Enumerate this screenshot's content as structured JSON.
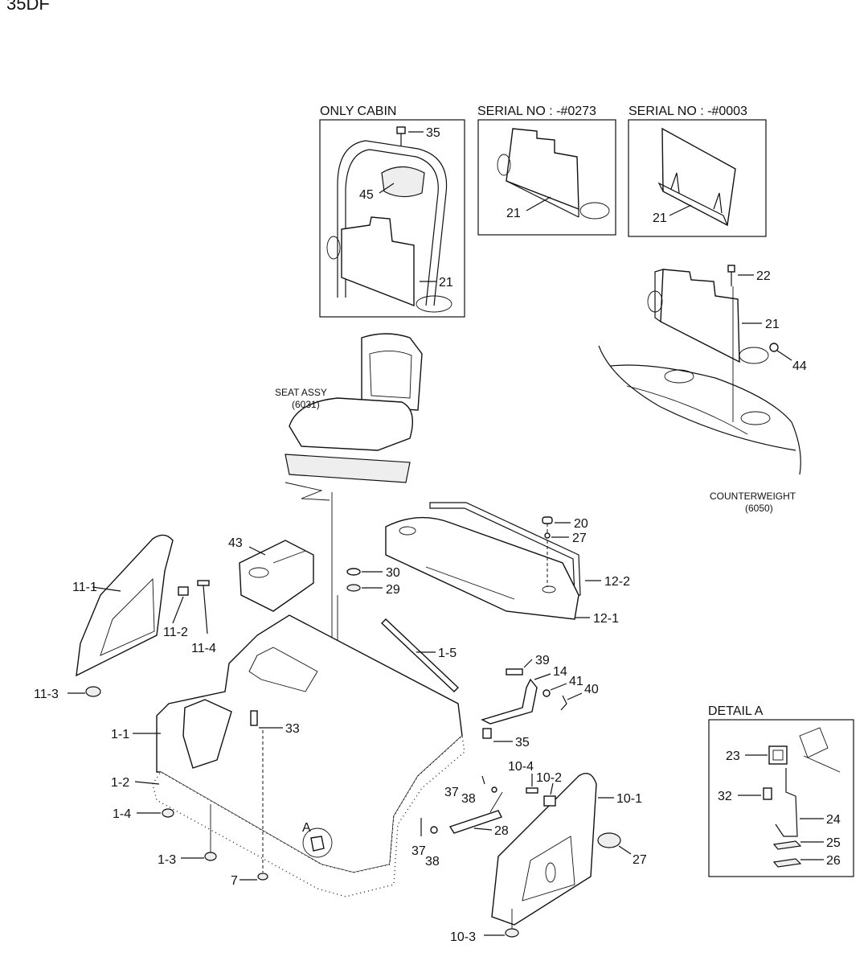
{
  "title": "35DF",
  "boxes": {
    "only_cabin": "ONLY CABIN",
    "serial_1": "SERIAL NO : -#0273",
    "serial_2": "SERIAL NO : -#0003",
    "detail_a": "DETAIL A"
  },
  "assemblies": {
    "seat_name": "SEAT ASSY",
    "seat_code": "(6031)",
    "counterweight_name": "COUNTERWEIGHT",
    "counterweight_code": "(6050)"
  },
  "detail_marker": "A",
  "callouts": {
    "c35_top": "35",
    "c45": "45",
    "c21_cabin": "21",
    "c21_s1": "21",
    "c21_s2": "21",
    "c22": "22",
    "c21_cw": "21",
    "c44": "44",
    "c20": "20",
    "c27_top": "27",
    "c12_2": "12-2",
    "c12_1": "12-1",
    "c43": "43",
    "c30": "30",
    "c29": "29",
    "c11_1": "11-1",
    "c11_2": "11-2",
    "c11_4": "11-4",
    "c11_3": "11-3",
    "c1_5": "1-5",
    "c39": "39",
    "c14": "14",
    "c41": "41",
    "c40": "40",
    "c1_1": "1-1",
    "c33": "33",
    "c35_mid": "35",
    "c1_2": "1-2",
    "c1_4": "1-4",
    "c1_3": "1-3",
    "c7": "7",
    "c37_a": "37",
    "c38_a": "38",
    "c28": "28",
    "c37_b": "37",
    "c38_b": "38",
    "c10_4": "10-4",
    "c10_2": "10-2",
    "c10_1": "10-1",
    "c27_bot": "27",
    "c10_3": "10-3",
    "c23": "23",
    "c32": "32",
    "c24": "24",
    "c25": "25",
    "c26": "26"
  }
}
